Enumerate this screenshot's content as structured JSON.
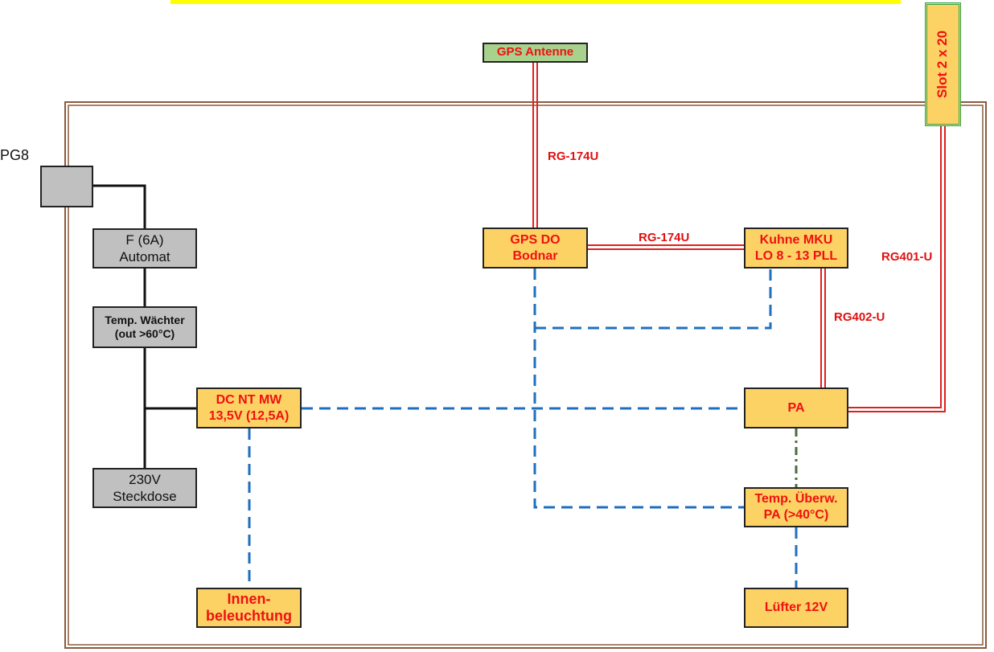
{
  "diagram": {
    "pg8_label": "PG8",
    "boxes": {
      "fuse": {
        "line1": "F (6A)",
        "line2": "Automat"
      },
      "temp_guard": {
        "line1": "Temp. Wächter",
        "line2": "(out >60°C)"
      },
      "socket": {
        "line1": "230V",
        "line2": "Steckdose"
      },
      "psu": {
        "line1": "DC NT MW",
        "line2": "13,5V (12,5A)"
      },
      "lighting": {
        "line1": "Innen-",
        "line2": "beleuchtung"
      },
      "gps_antenna": {
        "line1": "GPS Antenne"
      },
      "gpsdo": {
        "line1": "GPS DO",
        "line2": "Bodnar"
      },
      "lo": {
        "line1": "Kuhne MKU",
        "line2": "LO 8 - 13 PLL"
      },
      "pa": {
        "line1": "PA"
      },
      "pa_temp": {
        "line1": "Temp. Überw.",
        "line2": "PA (>40°C)"
      },
      "fan": {
        "line1": "Lüfter 12V"
      },
      "slot": {
        "line1": "Slot 2 x 20"
      }
    },
    "cable_labels": {
      "antenna_cable": "RG-174U",
      "gpsdo_lo_cable": "RG-174U",
      "lo_pa_cable": "RG402-U",
      "pa_slot_cable": "RG401-U"
    },
    "colors": {
      "enclosure": "#8b5a3c",
      "rf_cable": "#e02020",
      "dc_dashed": "#1f6fbf",
      "sensor_dashdot": "#4a6b3a",
      "mains": "#111111",
      "module_fill": "#fdd265",
      "passive_fill": "#c0c0c0",
      "antenna_fill": "#a9d18e",
      "highlight_bar": "#ffff00"
    }
  }
}
